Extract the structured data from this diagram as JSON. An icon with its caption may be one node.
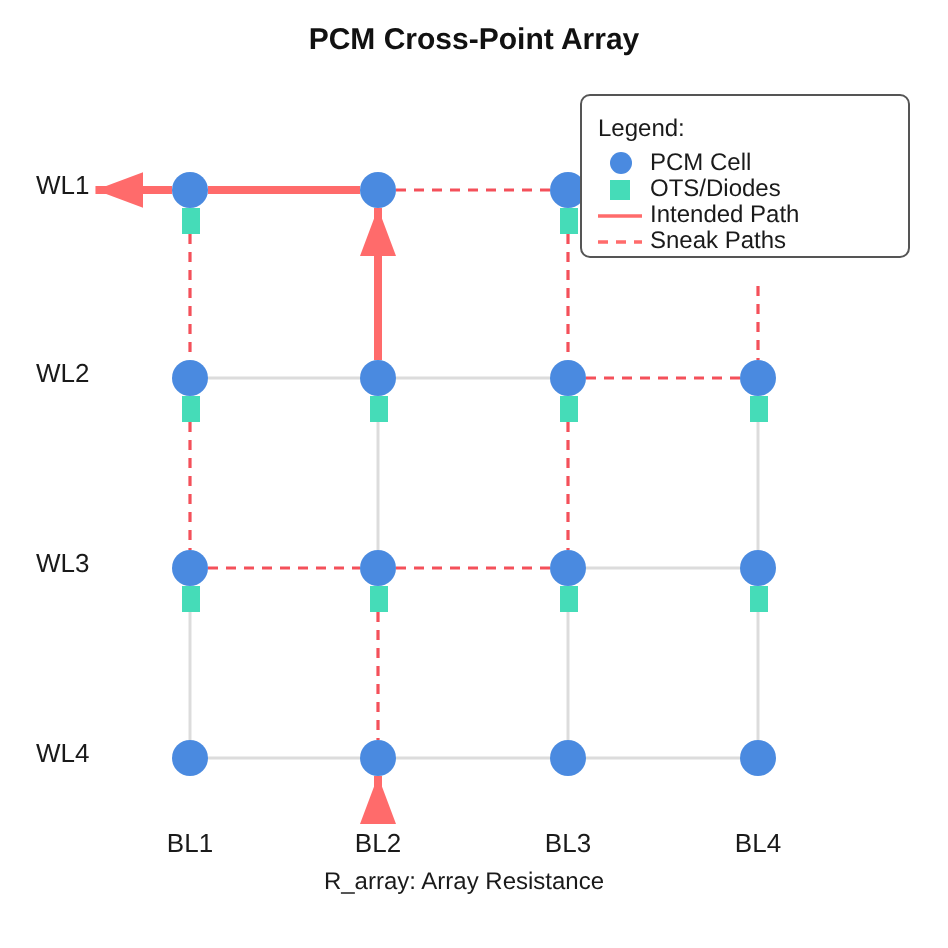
{
  "diagram": {
    "title": "PCM Cross-Point Array",
    "nodes": [
      {
        "text": [
          "WL1"
        ]
      },
      {
        "text": [],
        "shape": "circle"
      },
      {
        "text": [],
        "shape": "circle"
      },
      {
        "text": [],
        "shape": "circle"
      },
      {
        "text": [],
        "shape": "box"
      },
      {
        "text": [],
        "shape": "box"
      },
      {
        "text": [],
        "shape": "circle"
      },
      {
        "text": [],
        "shape": "circle"
      },
      {
        "text": [],
        "shape": "circle"
      },
      {
        "text": [],
        "shape": "circle"
      },
      {
        "text": [],
        "shape": "box"
      },
      {
        "text": [],
        "shape": "box"
      },
      {
        "text": [],
        "shape": "box"
      },
      {
        "text": [],
        "shape": "box"
      },
      {
        "text": [],
        "shape": "circle"
      },
      {
        "text": [],
        "shape": "circle"
      },
      {
        "text": [],
        "shape": "circle"
      },
      {
        "text": [],
        "shape": "circle"
      },
      {
        "text": [],
        "shape": "box"
      },
      {
        "text": [],
        "shape": "box"
      },
      {
        "text": [],
        "shape": "box"
      },
      {
        "text": [],
        "shape": "box"
      },
      {
        "text": [],
        "shape": "circle"
      },
      {
        "text": [],
        "shape": "circle"
      },
      {
        "text": [],
        "shape": "circle"
      },
      {
        "text": [],
        "shape": "circle"
      },
      {
        "text": [
          "BL2"
        ]
      }
    ],
    "edges": [
      {
        "from": 26,
        "to": 23,
        "arrow": "to",
        "style": "thick",
        "color": "#ff6b6b"
      },
      {
        "from": 7,
        "to": 2,
        "arrow": "to",
        "style": "thick",
        "color": "#ff6b6b"
      },
      {
        "from": 2,
        "to": 1,
        "arrow": "none",
        "style": "thick",
        "color": "#ff6b6b"
      },
      {
        "from": 1,
        "to": 0,
        "arrow": "to",
        "style": "thick",
        "color": "#ff6b6b"
      },
      {
        "from": 2,
        "to": 3,
        "arrow": "none",
        "style": "dashed",
        "color": "#f4505a"
      },
      {
        "from": 5,
        "to": 8,
        "arrow": "none",
        "style": "dashed",
        "color": "#f4505a"
      },
      {
        "from": 12,
        "to": 16,
        "arrow": "none",
        "style": "dashed",
        "color": "#f4505a"
      },
      {
        "from": 8,
        "to": 9,
        "arrow": "none",
        "style": "dashed",
        "color": "#f4505a"
      },
      {
        "from": null,
        "to": 9,
        "arrow": "none",
        "style": "dashed",
        "color": "#f4505a"
      },
      {
        "from": 4,
        "to": 6,
        "arrow": "none",
        "style": "dashed",
        "color": "#f4505a"
      },
      {
        "from": 10,
        "to": 14,
        "arrow": "none",
        "style": "dashed",
        "color": "#f4505a"
      },
      {
        "from": 14,
        "to": 15,
        "arrow": "none",
        "style": "dashed",
        "color": "#f4505a"
      },
      {
        "from": 15,
        "to": 16,
        "arrow": "none",
        "style": "dashed",
        "color": "#f4505a"
      },
      {
        "from": 19,
        "to": 23,
        "arrow": "none",
        "style": "dashed",
        "color": "#f4505a"
      },
      {
        "from": 6,
        "to": 7,
        "arrow": "none"
      },
      {
        "from": 7,
        "to": 8,
        "arrow": "none"
      },
      {
        "from": 16,
        "to": 17,
        "arrow": "none"
      },
      {
        "from": 22,
        "to": 23,
        "arrow": "none"
      },
      {
        "from": 23,
        "to": 24,
        "arrow": "none"
      },
      {
        "from": 24,
        "to": 25,
        "arrow": "none"
      },
      {
        "from": 18,
        "to": 22,
        "arrow": "none"
      },
      {
        "from": 11,
        "to": 15,
        "arrow": "none"
      },
      {
        "from": 20,
        "to": 24,
        "arrow": "none"
      },
      {
        "from": 13,
        "to": 17,
        "arrow": "none"
      },
      {
        "from": 21,
        "to": 25,
        "arrow": "none"
      }
    ],
    "labels": [
      "Legend:",
      "WL2",
      "WL3",
      "WL4",
      "BL1",
      "BL3",
      "BL4",
      "R_array: Array Resistance"
    ],
    "legend": [
      {
        "text": "PCM Cell",
        "color": "#4a8ae0"
      },
      {
        "text": "OTS/Diodes",
        "color": "#45dcb8"
      },
      {
        "text": "Intended Path"
      },
      {
        "text": "Sneak Paths"
      }
    ]
  }
}
